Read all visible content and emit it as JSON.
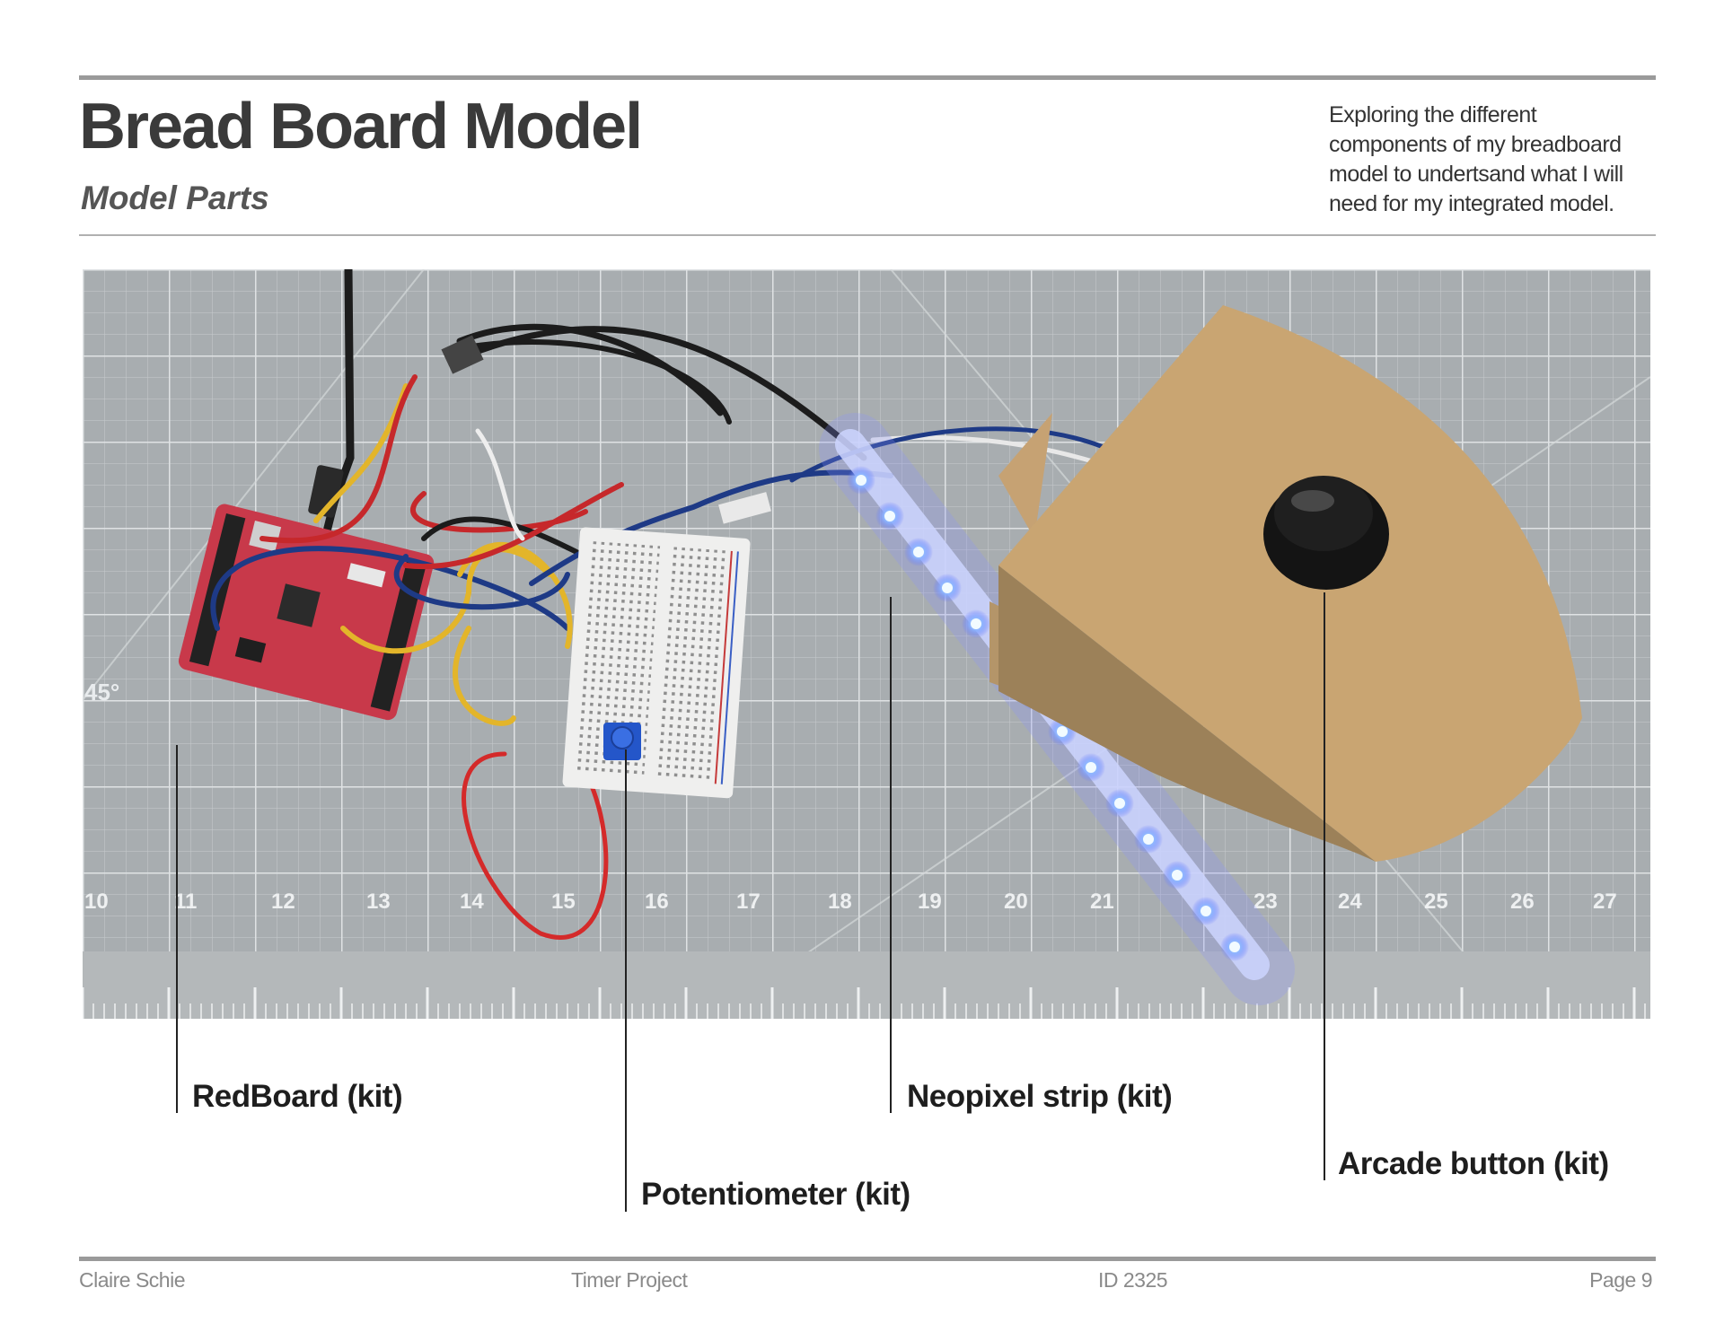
{
  "header": {
    "title": "Bread Board Model",
    "subtitle": "Model Parts",
    "intro": "Exploring the different components of my breadboard model to undertsand what I will need for my integrated model."
  },
  "photo": {
    "ruler_numbers": [
      "10",
      "11",
      "12",
      "13",
      "14",
      "15",
      "16",
      "17",
      "18",
      "19",
      "20",
      "21",
      "23",
      "24",
      "25",
      "26",
      "27"
    ],
    "angle_mark": "45°"
  },
  "callouts": {
    "redboard": "RedBoard (kit)",
    "potentiometer": "Potentiometer (kit)",
    "neopixel": "Neopixel strip (kit)",
    "arcade_button": "Arcade button (kit)"
  },
  "footer": {
    "author": "Claire Schie",
    "project": "Timer Project",
    "course": "ID 2325",
    "page": "Page 9"
  }
}
